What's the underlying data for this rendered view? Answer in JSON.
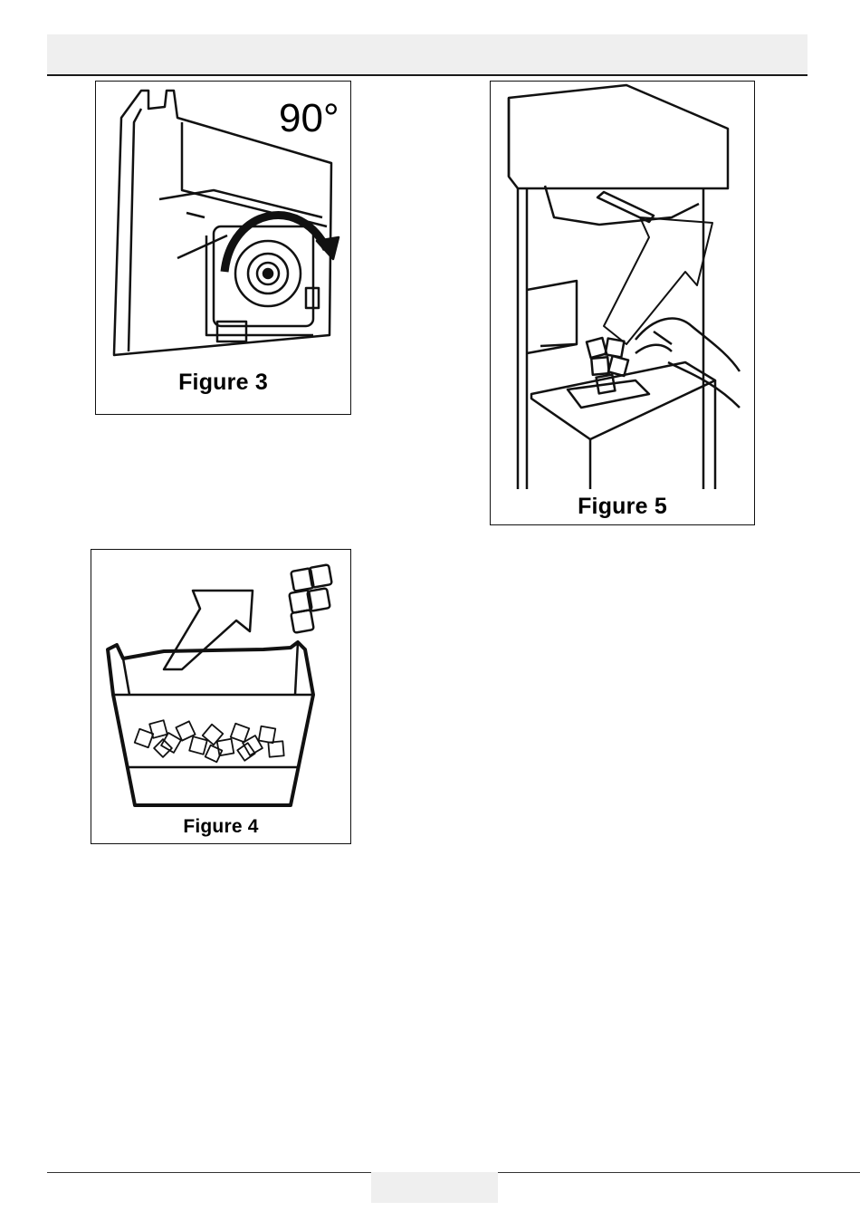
{
  "figures": {
    "fig3": {
      "caption": "Figure 3",
      "angle_label": "90°"
    },
    "fig4": {
      "caption": "Figure 4"
    },
    "fig5": {
      "caption": "Figure 5"
    }
  }
}
